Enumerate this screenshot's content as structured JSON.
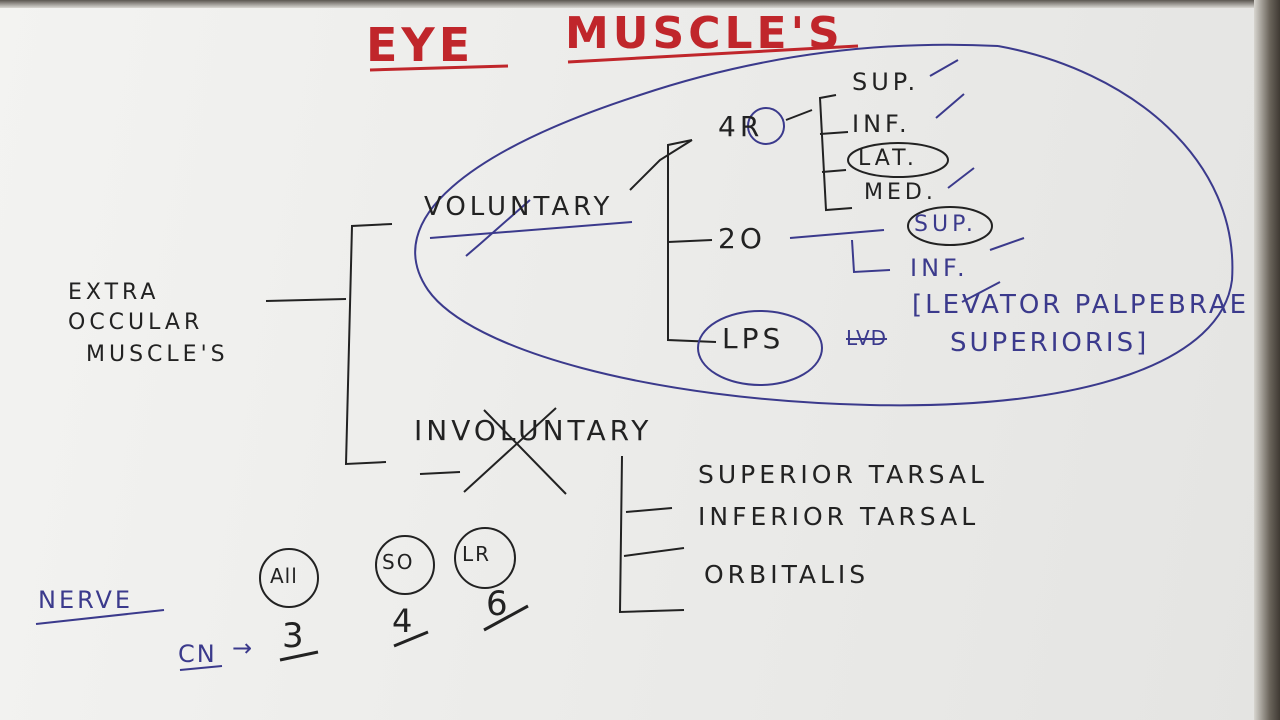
{
  "title": {
    "word1": "EYE",
    "word2": "MUSCLE'S"
  },
  "root": {
    "line1": "EXTRA",
    "line2": "OCCULAR",
    "line3": "MUSCLE'S"
  },
  "voluntary": {
    "label": "VOLUNTARY",
    "four_r": "4R",
    "rectus": [
      "SUP.",
      "INF.",
      "LAT.",
      "MED."
    ],
    "two_o": "2O",
    "oblique": [
      "SUP.",
      "INF."
    ],
    "lps": "LPS",
    "lps_struck": "LVD",
    "lps_full_line1": "[LEVATOR PALPEBRAE",
    "lps_full_line2": "SUPERIORIS]"
  },
  "involuntary": {
    "label": "INVOLUNTARY",
    "items": [
      "SUPERIOR TARSAL",
      "INFERIOR TARSAL",
      "ORBITALIS"
    ]
  },
  "nerve": {
    "label": "NERVE",
    "cn": "CN",
    "arrow": "→",
    "groups": [
      {
        "muscle": "All",
        "number": "3"
      },
      {
        "muscle": "SO",
        "number": "4"
      },
      {
        "muscle": "LR",
        "number": "6"
      }
    ]
  },
  "colors": {
    "title_red": "#c0262b",
    "ink_black": "#222222",
    "ink_blue": "#3b3a8c"
  }
}
